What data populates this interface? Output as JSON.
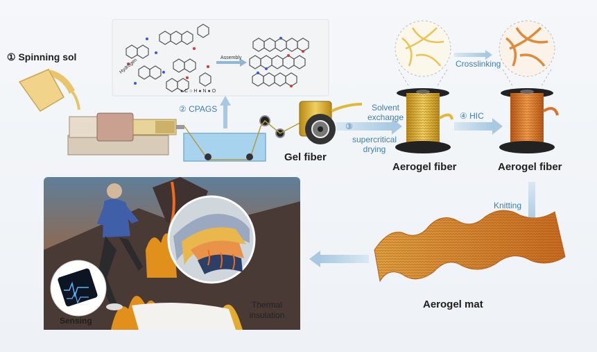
{
  "steps": {
    "step1": "① Spinning sol",
    "step2": "② CPAGS",
    "step3_num": "③",
    "step3_a": "Solvent",
    "step3_b": "exchange",
    "step3_c": "supercritical",
    "step3_d": "drying",
    "step4": "④ HIC"
  },
  "molecules": {
    "assembly": "Assembly",
    "hydrogen": "Hydrogen",
    "legend": "● C  ○ H  ● N  ● O"
  },
  "labels": {
    "crosslinking": "Crosslinking",
    "gel_fiber": "Gel fiber",
    "aerogel_fiber_1": "Aerogel fiber",
    "aerogel_fiber_2": "Aerogel fiber",
    "knitting": "Knitting",
    "aerogel_mat": "Aerogel mat",
    "sensing": "Sensing",
    "thermal_1": "Thermal",
    "thermal_2": "insulation"
  },
  "colors": {
    "arrow": "#a9c9e2",
    "text_blue": "#3c7fb3",
    "gold": "#e0b93a",
    "orange": "#d8732c",
    "water": "#8cc6e8",
    "fire": "#f29a1a"
  }
}
